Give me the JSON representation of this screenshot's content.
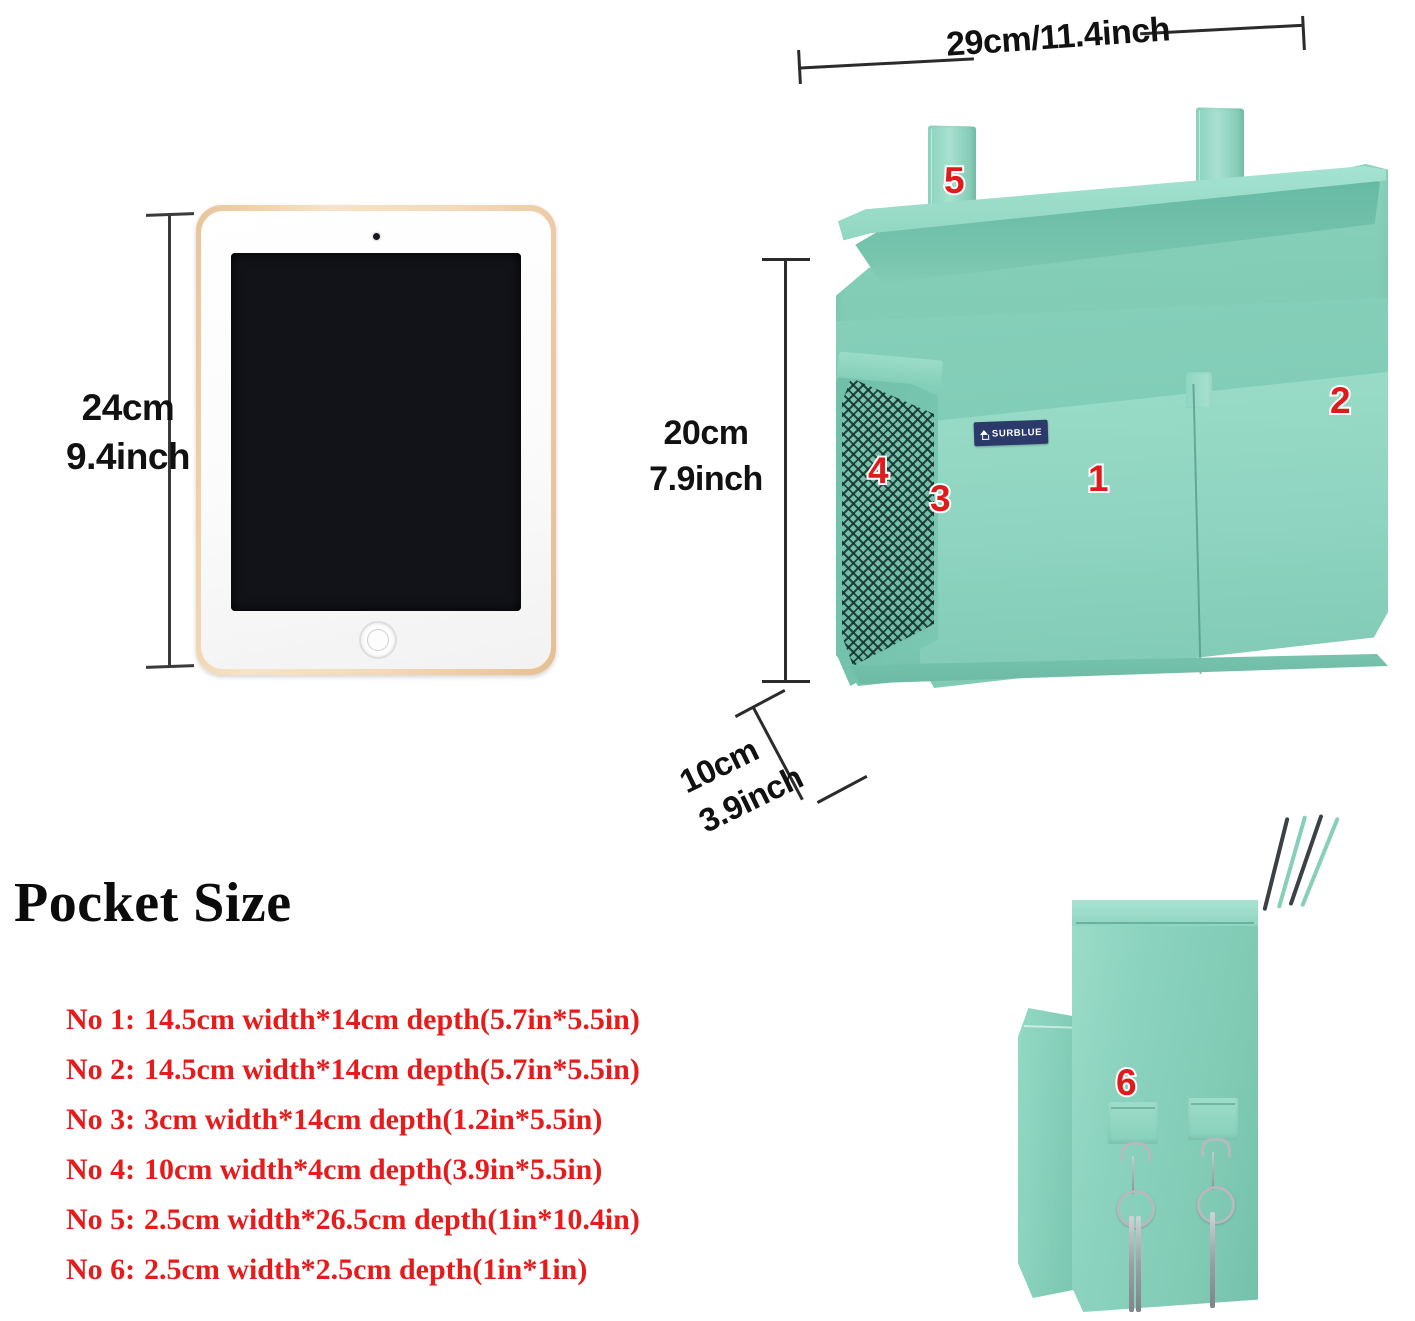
{
  "tablet": {
    "dimension": {
      "cm": "24cm",
      "inch": "9.4inch"
    },
    "name": "tablet",
    "camera": "camera-dot",
    "home_button": "home-button"
  },
  "bag": {
    "brand": "SURBLUE",
    "color_hex": "#86d0ba",
    "dimensions": {
      "width": "29cm/11.4inch",
      "height_cm": "20cm",
      "height_inch": "7.9inch",
      "depth_cm": "10cm",
      "depth_inch": "3.9inch"
    },
    "callouts": [
      {
        "id": "1",
        "target": "front-pocket-left"
      },
      {
        "id": "2",
        "target": "front-pocket-right"
      },
      {
        "id": "3",
        "target": "narrow-side-slot"
      },
      {
        "id": "4",
        "target": "mesh-side-pocket"
      },
      {
        "id": "5",
        "target": "hanging-strap"
      },
      {
        "id": "6",
        "target": "key-loop"
      }
    ]
  },
  "pocket_size": {
    "heading": "Pocket Size",
    "text_color_hex": "#e61c1c",
    "rows": [
      {
        "no": "No 1:",
        "spec": "14.5cm width*14cm depth(5.7in*5.5in)"
      },
      {
        "no": "No 2:",
        "spec": "14.5cm width*14cm depth(5.7in*5.5in)"
      },
      {
        "no": "No 3:",
        "spec": "3cm width*14cm depth(1.2in*5.5in)"
      },
      {
        "no": "No 4:",
        "spec": "10cm width*4cm depth(3.9in*5.5in)"
      },
      {
        "no": "No 5:",
        "spec": "2.5cm width*26.5cm depth(1in*10.4in)"
      },
      {
        "no": "No 6:",
        "spec": "2.5cm width*2.5cm depth(1in*1in)"
      }
    ]
  },
  "sideview": {
    "callout": "6",
    "description": "side-view-with-key-hooks"
  }
}
